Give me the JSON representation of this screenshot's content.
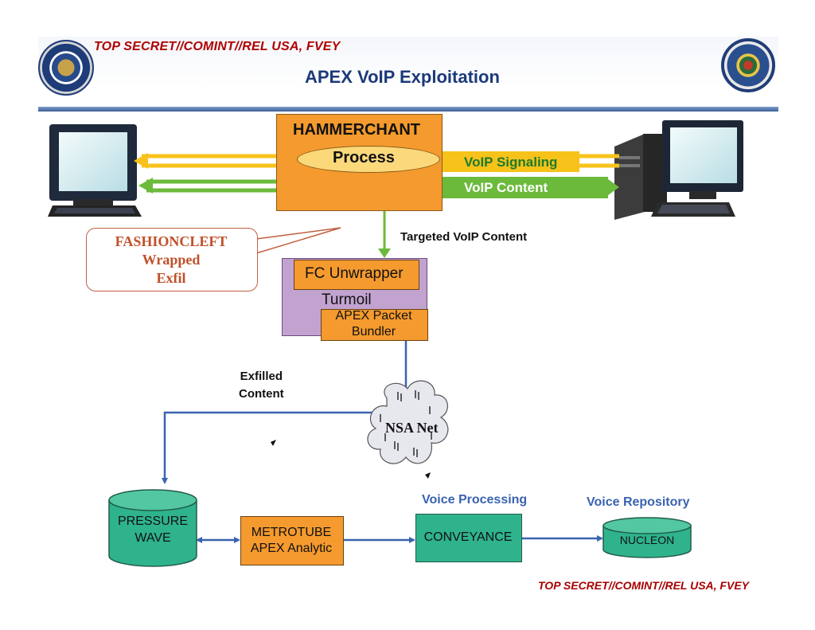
{
  "header": {
    "classification": "TOP SECRET//COMINT//REL USA, FVEY",
    "title": "APEX VoIP Exploitation"
  },
  "footer": {
    "classification": "TOP SECRET//COMINT//REL USA, FVEY"
  },
  "hammerchant": {
    "title": "HAMMERCHANT",
    "process": "Process"
  },
  "flows": {
    "signaling": "VoIP Signaling",
    "content": "VoIP Content",
    "targeted": "Targeted VoIP Content",
    "exfilled_line1": "Exfilled",
    "exfilled_line2": "Content"
  },
  "callout": {
    "line1": "FASHIONCLEFT",
    "line2": "Wrapped",
    "line3": "Exfil"
  },
  "turmoil": {
    "label": "Turmoil",
    "unwrapper": "FC Unwrapper",
    "bundler_line1": "APEX Packet",
    "bundler_line2": "Bundler"
  },
  "network": {
    "label": "NSA Net"
  },
  "pressure_wave": {
    "line1": "PRESSURE",
    "line2": "WAVE"
  },
  "metrotube": {
    "line1": "METROTUBE",
    "line2": "APEX Analytic"
  },
  "conveyance": {
    "heading": "Voice Processing",
    "label": "CONVEYANCE"
  },
  "nucleon": {
    "heading": "Voice Repository",
    "label": "NUCLEON"
  },
  "colors": {
    "signaling": "#f7c21a",
    "content": "#6cba3c",
    "connector": "#3a63b0",
    "process_box": "#f59a2e",
    "turmoil_box": "#c2a3d0",
    "conveyance": "#2fb38c",
    "classification": "#b00000"
  }
}
